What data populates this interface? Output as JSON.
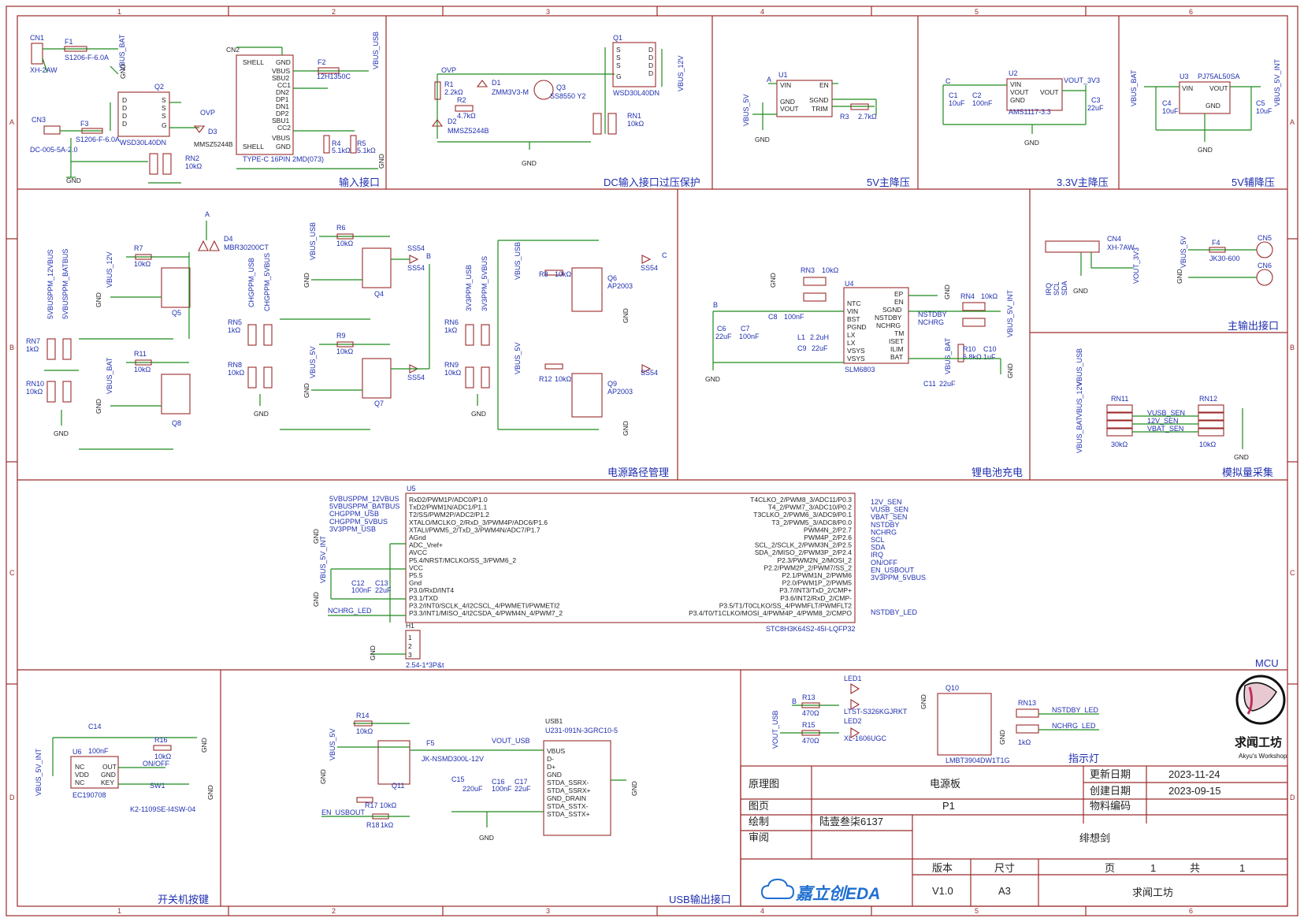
{
  "sections": [
    {
      "id": "input",
      "title": "输入接口"
    },
    {
      "id": "dc",
      "title": "DC输入接口过压保护"
    },
    {
      "id": "5vmain",
      "title": "5V主降压"
    },
    {
      "id": "33v",
      "title": "3.3V主降压"
    },
    {
      "id": "5vaux",
      "title": "5V辅降压"
    },
    {
      "id": "path",
      "title": "电源路径管理"
    },
    {
      "id": "charge",
      "title": "锂电池充电"
    },
    {
      "id": "mainout",
      "title": "主输出接口"
    },
    {
      "id": "analog",
      "title": "模拟量采集"
    },
    {
      "id": "mcu",
      "title": "MCU"
    },
    {
      "id": "power",
      "title": "开关机按键"
    },
    {
      "id": "usbout",
      "title": "USB输出接口"
    },
    {
      "id": "led",
      "title": "指示灯"
    }
  ],
  "zone_cols": [
    "1",
    "2",
    "3",
    "4",
    "5",
    "6"
  ],
  "zone_rows": [
    "A",
    "B",
    "C",
    "D"
  ],
  "labels": {
    "cn1": "CN1",
    "f1": "F1",
    "f1v": "S1206-F-6.0A",
    "vbus_bat": "VBUS_BAT",
    "xh2aw": "XH-2AW",
    "cn3": "CN3",
    "f3": "F3",
    "f3v": "S1206-F-6.0A",
    "dc005": "DC-005-5A-2.0",
    "gnd": "GND",
    "q2": "Q2",
    "q2v": "WSD30L40DN",
    "ovp": "OVP",
    "d3": "D3",
    "d3v": "MMSZ5244B",
    "rn2": "RN2",
    "rn2v": "10kΩ",
    "cn2": "CN2",
    "shell": "SHELL",
    "gndp": "GND",
    "vbus": "VBUS",
    "sbu2": "SBU2",
    "cc1": "CC1",
    "dn2": "DN2",
    "dp1": "DP1",
    "dn1": "DN1",
    "dp2": "DP2",
    "sbu1": "SBU1",
    "cc2": "CC2",
    "typec": "TYPE-C 16PIN 2MD(073)",
    "f2": "F2",
    "f2v": "12H1350C",
    "vbus_usb": "VBUS_USB",
    "r4": "R4",
    "r4v": "5.1kΩ",
    "r5": "R5",
    "r5v": "5.1kΩ",
    "r1": "R1",
    "r1v": "2.2kΩ",
    "r2": "R2",
    "r2v": "4.7kΩ",
    "d1": "D1",
    "d1v": "ZMM3V3-M",
    "d2": "D2",
    "d2v": "MMSZ5244B",
    "q3": "Q3",
    "q3v": "SS8550 Y2",
    "q1": "Q1",
    "q1v": "WSD30L40DN",
    "vbus_12v": "VBUS_12V",
    "rn1": "RN1",
    "rn1v": "10kΩ",
    "u1": "U1",
    "vin": "VIN",
    "en": "EN",
    "sgnd": "SGND",
    "trim": "TRIM",
    "vout": "VOUT",
    "vbus_5v": "VBUS_5V",
    "r3": "R3",
    "r3v": "2.7kΩ",
    "a": "A",
    "u2": "U2",
    "c": "C",
    "c1": "C1",
    "c1v": "10uF",
    "c2": "C2",
    "c2v": "100nF",
    "ams": "AMS1117-3.3",
    "vout_3v3": "VOUT_3V3",
    "c3": "C3",
    "c3v": "22uF",
    "u3": "U3",
    "u3v": "PJ75AL50SA",
    "c4": "C4",
    "c4v": "10uF",
    "c5": "C5",
    "c5v": "10uF",
    "vbus_5v_int": "VBUS_5V_INT",
    "d4": "D4",
    "d4v": "MBR30200CT",
    "r7": "R7",
    "r7v": "10kΩ",
    "r11": "R11",
    "r11v": "10kΩ",
    "q5": "Q5",
    "q8": "Q8",
    "rn7": "RN7",
    "rn7v": "1kΩ",
    "rn10": "RN10",
    "rn10v": "10kΩ",
    "v12vbus": "5VBUSPPM_12VBUS",
    "vbatbus": "5VBUSPPM_BATBUS",
    "rn5": "RN5",
    "rn5v": "1kΩ",
    "rn8": "RN8",
    "rn8v": "10kΩ",
    "chg_usb": "CHGPPM_USB",
    "chg_5v": "CHGPPM_5VBUS",
    "r6": "R6",
    "r6v": "10kΩ",
    "r9": "R9",
    "r9v": "10kΩ",
    "q4": "Q4",
    "q7": "Q7",
    "ss54": "SS54",
    "b": "B",
    "rn6": "RN6",
    "rn6v": "1kΩ",
    "rn9": "RN9",
    "rn9v": "10kΩ",
    "v3_usb": "3V3PPM_USB",
    "v3_5v": "3V3PPM_5VBUS",
    "r8": "R8",
    "r8v": "10kΩ",
    "r12": "R12",
    "r12v": "10kΩ",
    "q6": "Q6",
    "q9": "Q9",
    "ap2003": "AP2003",
    "rn3": "RN3",
    "rn3v": "10kΩ",
    "u4": "U4",
    "ntc": "NTC",
    "bst": "BST",
    "pgnd": "PGND",
    "lx": "LX",
    "vsys": "VSYS",
    "ep": "EP",
    "nstdby": "NSTDBY",
    "nchrg": "NCHRG",
    "tm": "TM",
    "iset": "ISET",
    "ilim": "ILIM",
    "bat": "BAT",
    "slm": "SLM6803",
    "c6": "C6",
    "c6v": "22uF",
    "c7": "C7",
    "c7v": "100nF",
    "c8": "C8",
    "c8v": "100nF",
    "l1": "L1",
    "l1v": "2.2uH",
    "c9": "C9",
    "c9v": "22uF",
    "rn4": "RN4",
    "rn4v": "10kΩ",
    "r10": "R10",
    "r10v": "6.8kΩ",
    "c10": "C10",
    "c10v": "1uF",
    "c11": "C11",
    "c11v": "22uF",
    "cn4": "CN4",
    "cn4v": "XH-7AW",
    "vout_3v3b": "VOUT_3V3",
    "irq": "IRQ",
    "scl": "SCL",
    "sda": "SDA",
    "f4": "F4",
    "f4v": "JK30-600",
    "cn5": "CN5",
    "cn6": "CN6",
    "rn11": "RN11",
    "rn11v": "30kΩ",
    "rn12": "RN12",
    "rn12v": "10kΩ",
    "vusb_sen": "VUSB_SEN",
    "v12_sen": "12V_SEN",
    "vbat_sen": "VBAT_SEN",
    "u5": "U5",
    "mcu": "STC8H3K64S2-45I-LQFP32",
    "c12": "C12",
    "c12v": "100nF",
    "c13": "C13",
    "c13v": "22uF",
    "h1": "H1",
    "h1v": "2.54-1*3P&t",
    "c14": "C14",
    "c14v": "100nF",
    "u6": "U6",
    "u6v": "EC190708",
    "nc": "NC",
    "vdd": "VDD",
    "out": "OUT",
    "key": "KEY",
    "r16": "R16",
    "r16v": "10kΩ",
    "onoff": "ON/OFF",
    "sw1": "SW1",
    "sw1v": "K2-1109SE-I4SW-04",
    "r14": "R14",
    "r14v": "10kΩ",
    "q11": "Q11",
    "f5": "F5",
    "f5v": "JK-NSMD300L-12V",
    "vout_usb": "VOUT_USB",
    "usb1": "USB1",
    "usb1v": "U231-091N-3GRC10-5",
    "c15": "C15",
    "c15v": "220uF",
    "c16": "C16",
    "c16v": "100nF",
    "c17": "C17",
    "c17v": "22uF",
    "r17": "R17",
    "r17v": "10kΩ",
    "r18": "R18",
    "r18v": "1kΩ",
    "en_usbout": "EN_USBOUT",
    "r13": "R13",
    "r13v": "470Ω",
    "r15": "R15",
    "r15v": "470Ω",
    "led1": "LED1",
    "led1v": "LTST-S326KGJRKT",
    "led2": "LED2",
    "led2v": "XL-1606UGC",
    "q10": "Q10",
    "q10v": "LMBT3904DW1T1G",
    "rn13": "RN13",
    "rn13v": "1kΩ",
    "nstdby_led": "NSTDBY_LED",
    "nchrg_led": "NCHRG_LED"
  },
  "mcu_left_pins": [
    "RxD2/PWM1P/ADC0/P1.0",
    "TxD2/PWM1N/ADC1/P1.1",
    "T2/SS/PWM2P/ADC2/P1.2",
    "XTALO/MCLKO_2/RxD_3/PWM4P/ADC6/P1.6",
    "XTALI/PWM5_2/TxD_3/PWM4N/ADC7/P1.7",
    "AGnd",
    "ADC_Vref+",
    "AVCC",
    "P5.4/NRST/MCLKO/SS_3/PWM6_2",
    "VCC",
    "P5.5",
    "Gnd",
    "P3.0/RxD/INT4",
    "P3.1/TXD",
    "P3.2/INT0/SCLK_4/I2CSCL_4/PWMETI/PWMETI2",
    "P3.3/INT1/MISO_4/I2CSDA_4/PWM4N_4/PWM7_2"
  ],
  "mcu_right_pins": [
    "T4CLKO_2/PWM8_3/ADC11/P0.3",
    "T4_2/PWM7_3/ADC10/P0.2",
    "T3CLKO_2/PWM6_3/ADC9/P0.1",
    "T3_2/PWM5_3/ADC8/P0.0",
    "PWM4N_2/P2.7",
    "PWM4P_2/P2.6",
    "SCL_2/SCLK_2/PWM3N_2/P2.5",
    "SDA_2/MISO_2/PWM3P_2/P2.4",
    "P2.3/PWM2N_2/MOSI_2",
    "P2.2/PWM2P_2/PWM7/SS_2",
    "P2.1/PWM1N_2/PWM6",
    "P2.0/PWM1P_2/PWM5",
    "P3.7/INT3/TxD_2/CMP+",
    "P3.6/INT2/RxD_2/CMP-",
    "P3.5/T1/T0CLKO/SS_4/PWMFLT/PWMFLT2",
    "P3.4/T0/T1CLKO/MOSI_4/PWM4P_4/PWM8_2/CMPO"
  ],
  "mcu_left_nets": [
    "5VBUSPPM_12VBUS",
    "5VBUSPPM_BATBUS",
    "CHGPPM_USB",
    "CHGPPM_5VBUS",
    "3V3PPM_USB"
  ],
  "mcu_right_nets": [
    "12V_SEN",
    "VUSB_SEN",
    "VBAT_SEN",
    "NSTDBY",
    "NCHRG",
    "SCL",
    "SDA",
    "IRQ",
    "ON/OFF",
    "EN_USBOUT",
    "3V3PPM_5VBUS",
    "NSTDBY_LED"
  ],
  "mcu_extra_nets": {
    "nchrg_led": "NCHRG_LED",
    "vbus5vint": "VBUS_5V_INT",
    "gnd": "GND"
  },
  "usb_out_pins": [
    "VBUS",
    "D-",
    "D+",
    "GND",
    "STDA_SSRX-",
    "STDA_SSRX+",
    "GND_DRAIN",
    "STDA_SSTX-",
    "STDA_SSTX+"
  ],
  "title_block": {
    "kind_label": "原理图",
    "name": "电源板",
    "update_label": "更新日期",
    "update_value": "2023-11-24",
    "create_label": "创建日期",
    "create_value": "2023-09-15",
    "page_label": "图页",
    "page_value": "P1",
    "material_label": "物料编码",
    "draw_label": "绘制",
    "draw_value": "陆壹叁柒6137",
    "review_label": "审阅",
    "project": "绯想剑",
    "version_label": "版本",
    "version_value": "V1.0",
    "size_label": "尺寸",
    "size_value": "A3",
    "page_of_label": "页",
    "page_num": "1",
    "total_label": "共",
    "total_num": "1",
    "company": "求闻工坊",
    "eda": "嘉立创EDA",
    "logo_cn": "求闻工坊",
    "logo_en": "Akyu's Workshop"
  },
  "colors": {
    "frame": "#9b2a2a",
    "wire": "#1f8a1f",
    "label": "#1f2fb0",
    "text": "#222222"
  }
}
